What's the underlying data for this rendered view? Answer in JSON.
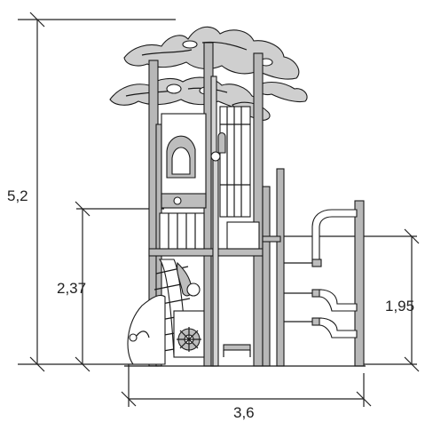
{
  "dimensions": {
    "total_height": "5,2",
    "platform_height": "2,37",
    "side_height": "1,95",
    "width": "3,6"
  }
}
